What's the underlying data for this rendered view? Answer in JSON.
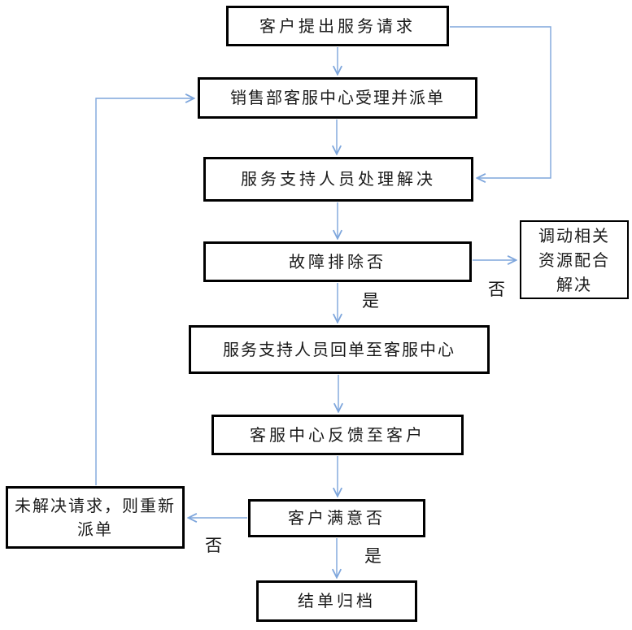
{
  "flowchart": {
    "nodes": {
      "request": {
        "label": "客户提出服务请求"
      },
      "dispatch": {
        "label": "销售部客服中心受理并派单"
      },
      "support": {
        "label": "服务支持人员处理解决"
      },
      "fault_check": {
        "label": "故障排除否"
      },
      "resources": {
        "lines": [
          "调动相关",
          "资源配合",
          "解决"
        ]
      },
      "return_order": {
        "label": "服务支持人员回单至客服中心"
      },
      "feedback": {
        "label": "客服中心反馈至客户"
      },
      "satisfy_check": {
        "label": "客户满意否"
      },
      "redispatch": {
        "lines": [
          "未解决请求，则重新",
          "派单"
        ]
      },
      "archive": {
        "label": "结单归档"
      }
    },
    "edge_labels": {
      "fault_yes": "是",
      "fault_no": "否",
      "satisfy_yes": "是",
      "satisfy_no": "否"
    },
    "edges": [
      {
        "from": "request",
        "to": "dispatch",
        "type": "arrow-down"
      },
      {
        "from": "request",
        "to": "support",
        "type": "arrow-loop-right"
      },
      {
        "from": "dispatch",
        "to": "support",
        "type": "arrow-down"
      },
      {
        "from": "support",
        "to": "fault_check",
        "type": "arrow-down"
      },
      {
        "from": "fault_check",
        "to": "return_order",
        "type": "arrow-down",
        "label": "是"
      },
      {
        "from": "fault_check",
        "to": "resources",
        "type": "arrow-right",
        "label": "否"
      },
      {
        "from": "return_order",
        "to": "feedback",
        "type": "arrow-down"
      },
      {
        "from": "feedback",
        "to": "satisfy_check",
        "type": "arrow-down"
      },
      {
        "from": "satisfy_check",
        "to": "archive",
        "type": "arrow-down",
        "label": "是"
      },
      {
        "from": "satisfy_check",
        "to": "redispatch",
        "type": "arrow-left",
        "label": "否"
      },
      {
        "from": "redispatch",
        "to": "dispatch",
        "type": "arrow-loop-left"
      }
    ],
    "colors": {
      "connector": "#7EA6DC",
      "node_border": "#000000",
      "node_fill": "#FFFFFF",
      "text": "#1A1A1A",
      "background": "#FFFFFF"
    }
  }
}
